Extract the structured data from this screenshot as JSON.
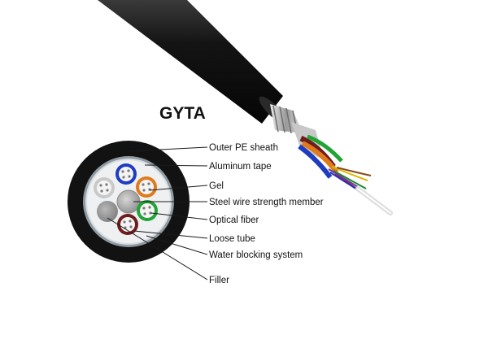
{
  "diagram": {
    "title": "GYTA",
    "labels": [
      "Outer PE sheath",
      "Aluminum tape",
      "Gel",
      "Steel wire strength member",
      "Optical fiber",
      "Loose tube",
      "Water blocking system",
      "Filler"
    ]
  },
  "colors": {
    "sheath": "#121212",
    "tape": "#8f9aa3",
    "tube_blue": "#1f3cc0",
    "tube_orange": "#e07a1c",
    "tube_green": "#22a336",
    "tube_brown": "#6e1c1c",
    "tube_white": "#e6e6e6",
    "filler": "#9a9a9a",
    "strength_member": "#b8b8b8"
  }
}
